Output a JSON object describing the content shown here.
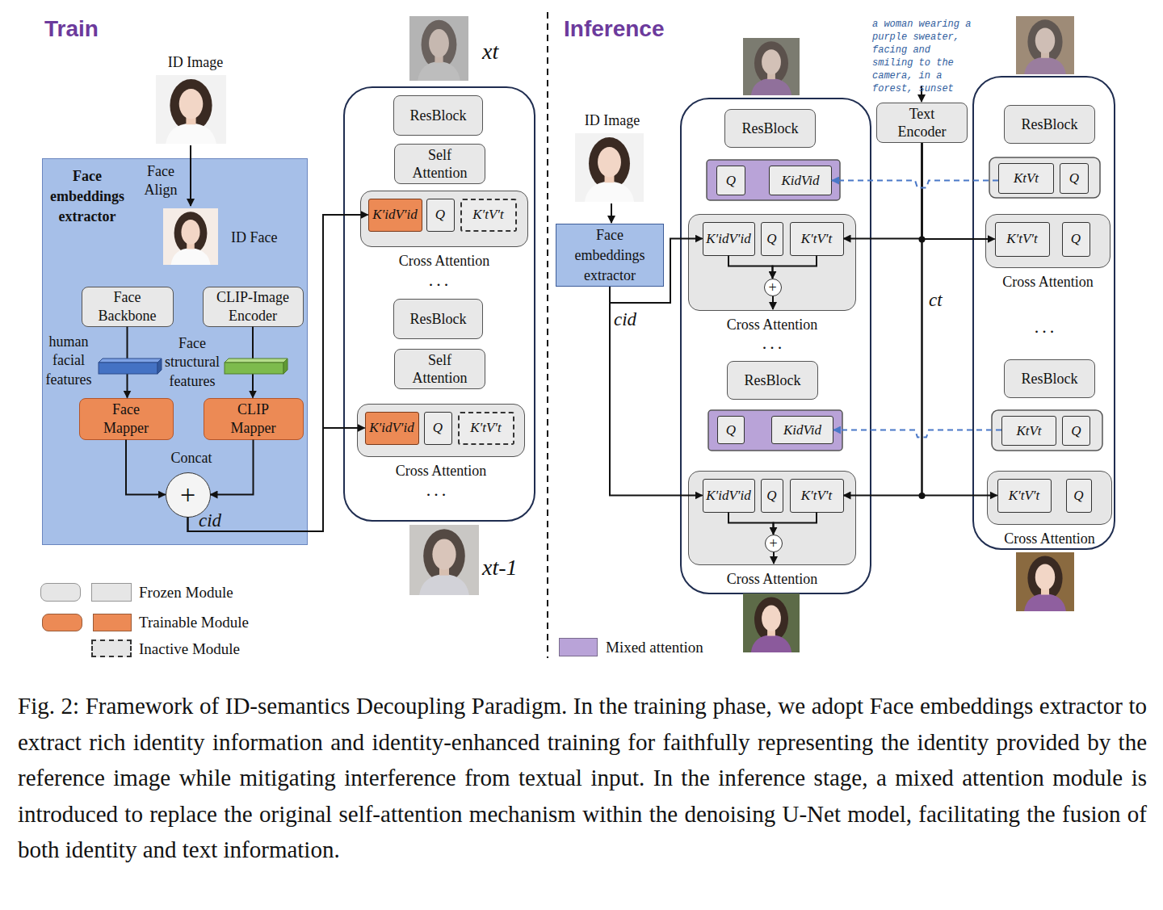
{
  "diagram": {
    "caption": "Fig. 2: Framework of ID-semantics Decoupling Paradigm. In the training phase, we adopt Face embeddings extractor to extract rich identity information and identity-enhanced training for faithfully representing the identity provided by the reference image while mitigating interference from textual input. In the inference stage, a mixed attention module is introduced to replace the original self-attention mechanism within the denoising U-Net model, facilitating the fusion of both identity and text information.",
    "nodes": [
      {
        "text": [
          "Face embeddings extractor"
        ]
      },
      {
        "text": [
          "Face Backbone"
        ],
        "in": 0
      },
      {
        "text": [
          "CLIP-Image Encoder"
        ],
        "in": 0
      },
      {
        "text": [
          "Face Mapper"
        ],
        "in": 0
      },
      {
        "text": [
          "CLIP Mapper"
        ],
        "in": 0
      },
      {
        "text": [
          "+"
        ],
        "in": 0
      },
      {
        "text": [
          "ResBlock"
        ]
      },
      {
        "text": [
          "Self Attention"
        ]
      },
      {
        "text": [
          "Cross Attention"
        ]
      },
      {
        "text": [
          "K′idV′id"
        ],
        "in": 8
      },
      {
        "text": [
          "Q"
        ],
        "in": 8
      },
      {
        "text": [
          "K′tV′t"
        ],
        "in": 8
      },
      {
        "text": [
          "ResBlock"
        ]
      },
      {
        "text": [
          "Self Attention"
        ]
      },
      {
        "text": [
          "Cross Attention"
        ]
      },
      {
        "text": [
          "K′idV′id"
        ],
        "in": 14
      },
      {
        "text": [
          "Q"
        ],
        "in": 14
      },
      {
        "text": [
          "K′tV′t"
        ],
        "in": 14
      },
      {
        "text": [
          "Face embeddings extractor"
        ]
      },
      {
        "text": [
          "Text Encoder"
        ]
      },
      {
        "text": [
          "ResBlock"
        ]
      },
      {
        "text": [
          "Q"
        ]
      },
      {
        "text": [
          "KidVid"
        ]
      },
      {
        "text": [
          "Cross Attention"
        ]
      },
      {
        "text": [
          "K′idV′id"
        ],
        "in": 23
      },
      {
        "text": [
          "Q"
        ],
        "in": 23
      },
      {
        "text": [
          "K′tV′t"
        ],
        "in": 23
      },
      {
        "text": [
          "+"
        ],
        "in": 23
      },
      {
        "text": [
          "ResBlock"
        ]
      },
      {
        "text": [
          "Q"
        ]
      },
      {
        "text": [
          "KidVid"
        ]
      },
      {
        "text": [
          "Cross Attention"
        ]
      },
      {
        "text": [
          "K′idV′id"
        ],
        "in": 31
      },
      {
        "text": [
          "Q"
        ],
        "in": 31
      },
      {
        "text": [
          "K′tV′t"
        ],
        "in": 31
      },
      {
        "text": [
          "+"
        ],
        "in": 31
      },
      {
        "text": [
          "ResBlock"
        ]
      },
      {
        "text": [
          "KtVt"
        ]
      },
      {
        "text": [
          "Q"
        ]
      },
      {
        "text": [
          "Cross Attention"
        ]
      },
      {
        "text": [
          "K′tV′t"
        ],
        "in": 39
      },
      {
        "text": [
          "Q"
        ],
        "in": 39
      },
      {
        "text": [
          "ResBlock"
        ]
      },
      {
        "text": [
          "KtVt"
        ]
      },
      {
        "text": [
          "Q"
        ]
      },
      {
        "text": [
          "Cross Attention"
        ]
      },
      {
        "text": [
          "K′tV′t"
        ],
        "in": 45
      },
      {
        "text": [
          "Q"
        ],
        "in": 45
      }
    ],
    "edges": [
      {
        "from": 1,
        "to": 3,
        "arrow": "to"
      },
      {
        "from": 2,
        "to": 4,
        "arrow": "to"
      },
      {
        "from": 3,
        "to": 5,
        "arrow": "to"
      },
      {
        "from": 4,
        "to": 5,
        "arrow": "to"
      },
      {
        "from": 5,
        "to": 9,
        "arrow": "to"
      },
      {
        "from": 5,
        "to": 15,
        "arrow": "to"
      },
      {
        "from": 18,
        "to": 24,
        "arrow": "to"
      },
      {
        "from": 18,
        "to": 32,
        "arrow": "to"
      },
      {
        "from": 19,
        "to": 26,
        "arrow": "to"
      },
      {
        "from": 19,
        "to": 40,
        "arrow": "to"
      },
      {
        "from": 19,
        "to": 34,
        "arrow": "to"
      },
      {
        "from": 19,
        "to": 46,
        "arrow": "to"
      },
      {
        "from": 37,
        "to": 22,
        "arrow": "to"
      },
      {
        "from": 43,
        "to": 30,
        "arrow": "to"
      },
      {
        "from": 24,
        "to": 27,
        "arrow": "to"
      },
      {
        "from": 26,
        "to": 27,
        "arrow": "to"
      },
      {
        "from": 32,
        "to": 35,
        "arrow": "to"
      },
      {
        "from": 34,
        "to": 35,
        "arrow": "to"
      }
    ],
    "labels": [
      "Train",
      "ID Image",
      "Face Align",
      "ID Face",
      "human facial features",
      "Face structural features",
      "Concat",
      "cid",
      "xt",
      "...",
      "...",
      "xt-1",
      "Inference",
      "ID Image",
      "a woman wearing a purple sweater, facing and smiling to the camera, in a forest, sunset",
      "cid",
      "ct",
      "...",
      "..."
    ],
    "legend": [
      {
        "text": "Frozen Module",
        "color": "#e6e6e6"
      },
      {
        "text": "Trainable Module",
        "color": "#ec8a55"
      },
      {
        "text": "Inactive Module"
      },
      {
        "text": "Mixed attention",
        "color": "#b9a3d8"
      }
    ]
  }
}
